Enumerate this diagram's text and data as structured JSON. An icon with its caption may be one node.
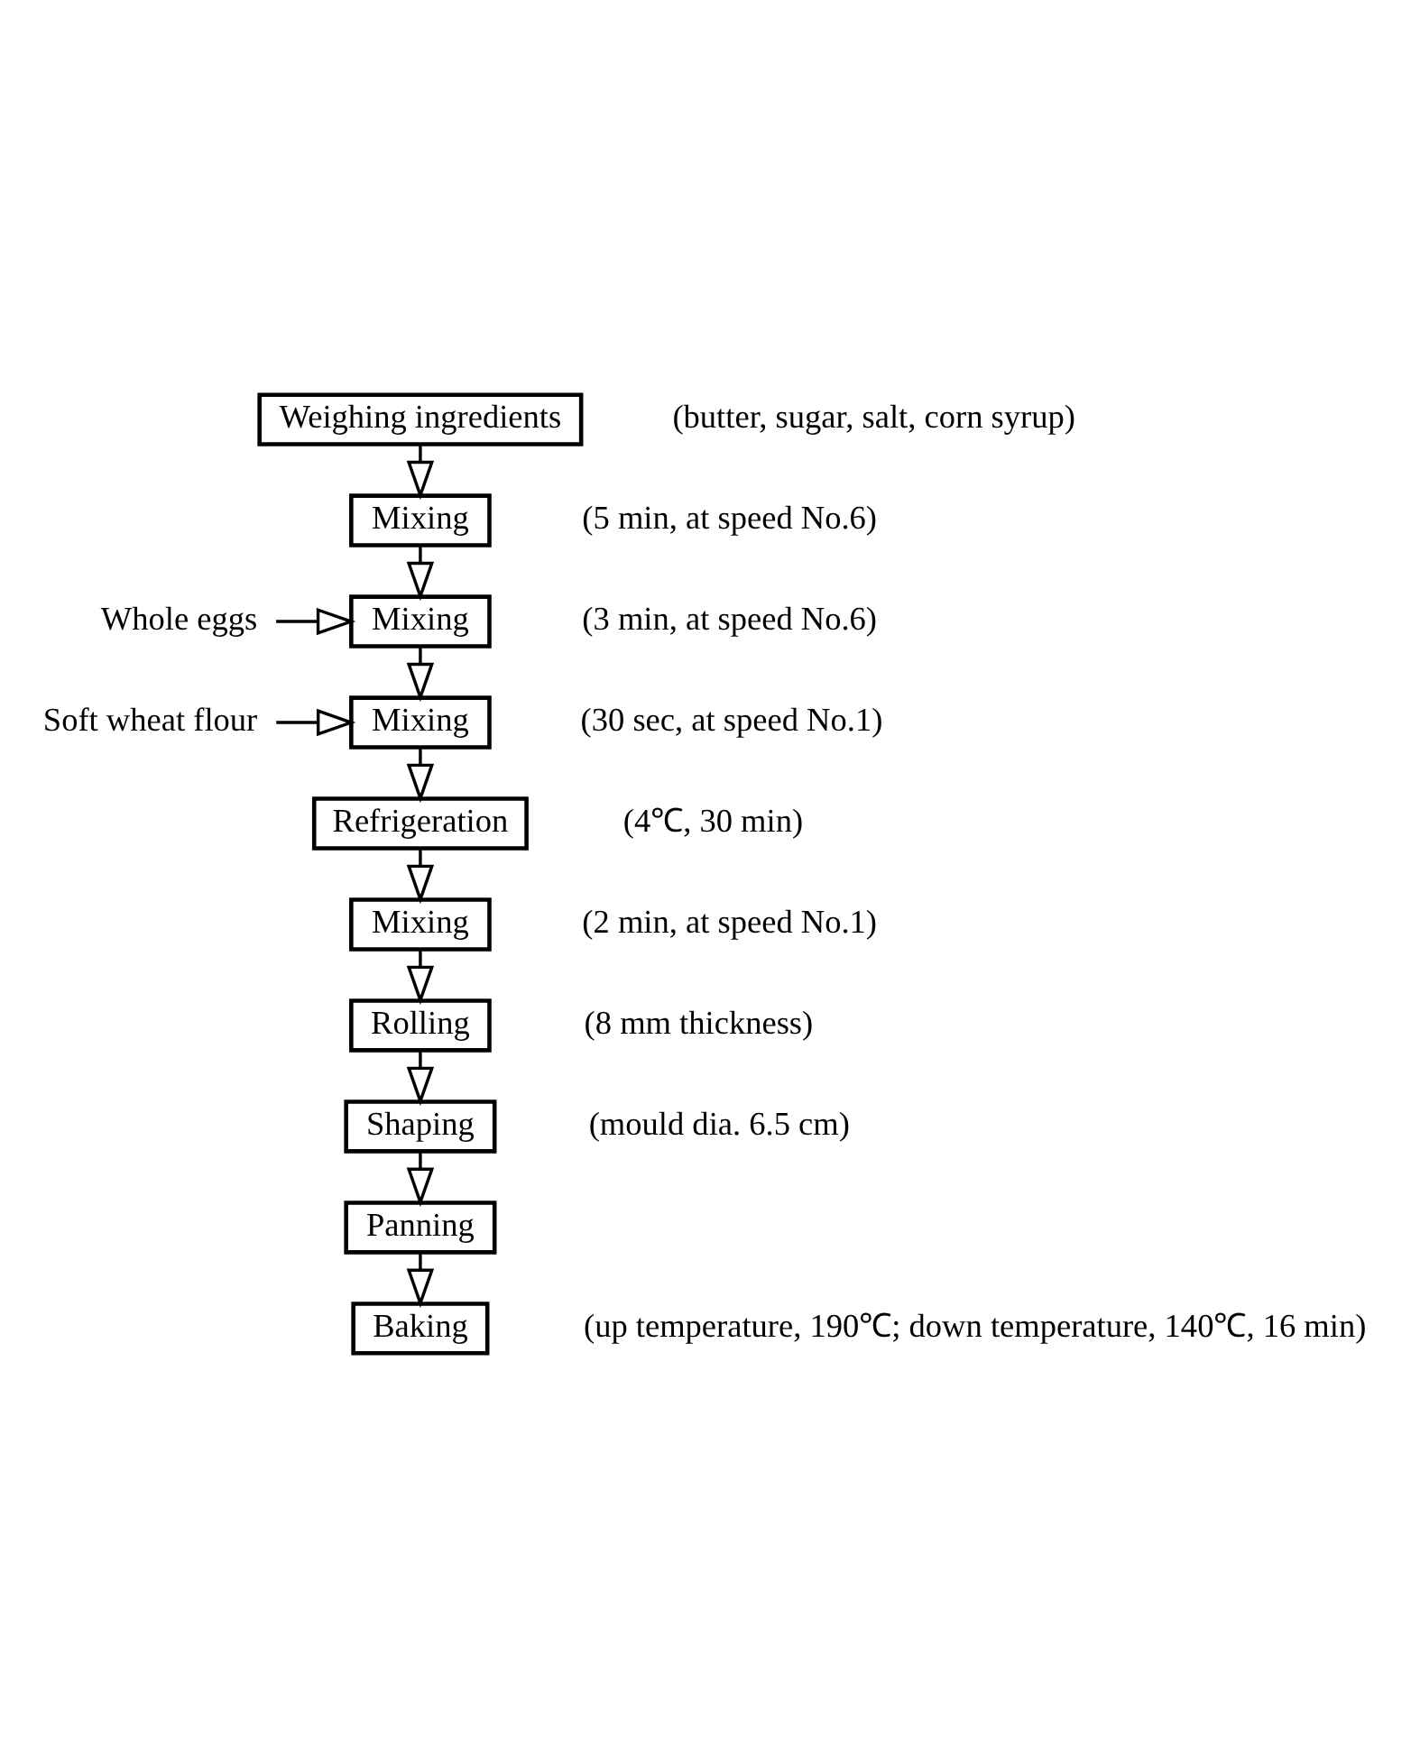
{
  "diagram": {
    "nodes": [
      {
        "text": [
          "Weighing ingredients"
        ],
        "beside": [
          "(butter, sugar, salt, corn syrup)"
        ]
      },
      {
        "text": [
          "Mixing"
        ],
        "beside": [
          "(5 min, at speed No.6)"
        ]
      },
      {
        "text": [
          "Mixing"
        ],
        "beside": [
          "(3 min, at speed No.6)"
        ]
      },
      {
        "text": [
          "Mixing"
        ],
        "beside": [
          "(30 sec, at speed No.1)"
        ]
      },
      {
        "text": [
          "Refrigeration"
        ],
        "beside": [
          "(4℃, 30 min)"
        ]
      },
      {
        "text": [
          "Mixing"
        ],
        "beside": [
          "(2 min, at speed No.1)"
        ]
      },
      {
        "text": [
          "Rolling"
        ],
        "beside": [
          "(8 mm thickness)"
        ]
      },
      {
        "text": [
          "Shaping"
        ],
        "beside": [
          "(mould dia. 6.5 cm)"
        ]
      },
      {
        "text": [
          "Panning"
        ]
      },
      {
        "text": [
          "Baking"
        ],
        "beside": [
          "(up temperature, 190℃; down temperature, 140℃, 16 min)"
        ]
      },
      {
        "text": [
          "Whole eggs"
        ]
      },
      {
        "text": [
          "Soft wheat flour"
        ]
      }
    ],
    "edges": [
      {
        "from": 0,
        "to": 1,
        "arrow": "to"
      },
      {
        "from": 1,
        "to": 2,
        "arrow": "to"
      },
      {
        "from": 10,
        "to": 2,
        "arrow": "to"
      },
      {
        "from": 2,
        "to": 3,
        "arrow": "to"
      },
      {
        "from": 11,
        "to": 3,
        "arrow": "to"
      },
      {
        "from": 3,
        "to": 4,
        "arrow": "to"
      },
      {
        "from": 4,
        "to": 5,
        "arrow": "to"
      },
      {
        "from": 5,
        "to": 6,
        "arrow": "to"
      },
      {
        "from": 6,
        "to": 7,
        "arrow": "to"
      },
      {
        "from": 7,
        "to": 8,
        "arrow": "to"
      },
      {
        "from": 8,
        "to": 9,
        "arrow": "to"
      }
    ]
  }
}
